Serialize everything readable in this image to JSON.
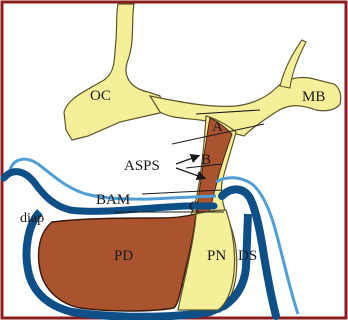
{
  "colors": {
    "border": "#8a1e1e",
    "yellow": "#f6ef9a",
    "yellow_stroke": "#5c5628",
    "brown": "#a9532f",
    "blue_dark": "#0d4f86",
    "blue_light": "#4f9fd6",
    "line": "#1a1a1a"
  },
  "labels": {
    "oc": "OC",
    "mb": "MB",
    "a": "A",
    "b": "B",
    "asps": "ASPS",
    "bam": "BAM",
    "c": "C",
    "diap": "diap",
    "pd": "PD",
    "pn": "PN",
    "ds": "DS"
  }
}
